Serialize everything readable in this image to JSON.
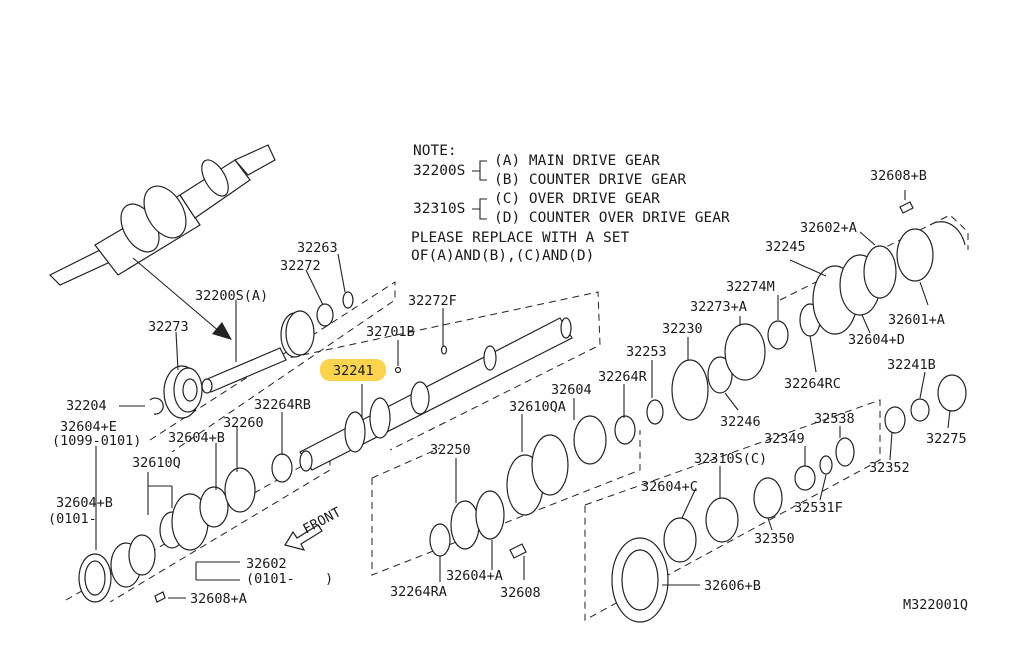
{
  "note": {
    "title": "NOTE:",
    "set_a_code": "32200S",
    "set_b_code": "32310S",
    "lines": [
      "(A) MAIN DRIVE GEAR",
      "(B) COUNTER DRIVE GEAR",
      "(C) OVER DRIVE GEAR",
      "(D) COUNTER OVER DRIVE GEAR"
    ],
    "replace_line1": "PLEASE REPLACE WITH A SET",
    "replace_line2": "OF(A)AND(B),(C)AND(D)"
  },
  "highlight": {
    "label": "32241",
    "color": "#fcd34d"
  },
  "diagram_code": "M322001Q",
  "front_label": "FRONT",
  "labels": {
    "l32263": "32263",
    "l32272": "32272",
    "l32200sa": "32200S(A)",
    "l32273": "32273",
    "l32204": "32204",
    "l32604e": "32604+E",
    "l32604e_range": "(1099-0101)",
    "l32610q": "32610Q",
    "l32604b_1": "32604+B",
    "l32604b_2": "32604+B",
    "l32604b_range": "(0101-",
    "l32260": "32260",
    "l32264rb": "32264RB",
    "l32602": "32602",
    "l32602_range": "(0101-",
    "l32602_close": ")",
    "l32608a": "32608+A",
    "l32272f": "32272F",
    "l32701b": "32701B",
    "l32250": "32250",
    "l32264ra": "32264RA",
    "l32604a": "32604+A",
    "l32608": "32608",
    "l32610qa": "32610QA",
    "l32604": "32604",
    "l32264r": "32264R",
    "l32253": "32253",
    "l32230": "32230",
    "l32273a": "32273+A",
    "l32274m": "32274M",
    "l32245": "32245",
    "l32602a": "32602+A",
    "l32608b": "32608+B",
    "l32601a": "32601+A",
    "l32604d": "32604+D",
    "l32264rc": "32264RC",
    "l32246": "32246",
    "l32349": "32349",
    "l32538": "32538",
    "l32310sc": "32310S(C)",
    "l32604c": "32604+C",
    "l32531f": "32531F",
    "l32350": "32350",
    "l32606b": "32606+B",
    "l32241b": "32241B",
    "l32352": "32352",
    "l32275": "32275"
  }
}
